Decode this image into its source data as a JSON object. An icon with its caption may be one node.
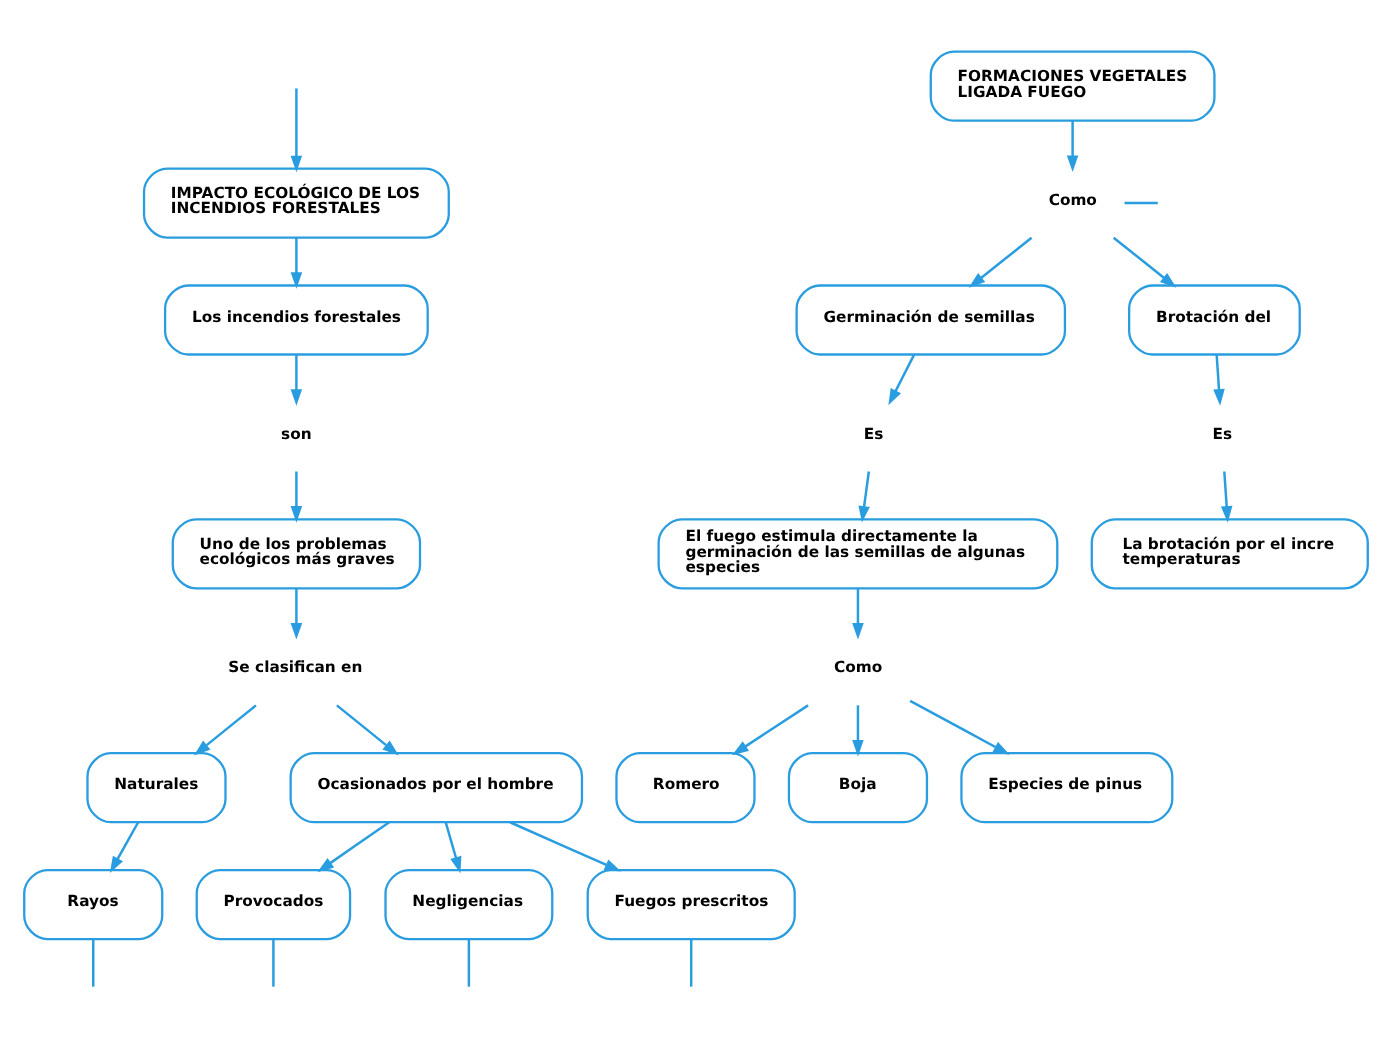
{
  "diagram": {
    "nodes": [
      {
        "text": [
          "IMPACTO ECOLÓGICO DE LOS INCENDIOS FORESTALES"
        ]
      },
      {
        "text": [
          "Los incendios forestales"
        ]
      },
      {
        "text": [
          "son"
        ]
      },
      {
        "text": [
          "Uno de los problemas ecológicos más graves"
        ]
      },
      {
        "text": [
          "Se clasifican en"
        ]
      },
      {
        "text": [
          "Naturales"
        ]
      },
      {
        "text": [
          "Ocasionados por el hombre"
        ]
      },
      {
        "text": [
          "Rayos"
        ]
      },
      {
        "text": [
          "Provocados"
        ]
      },
      {
        "text": [
          "Negligencias"
        ]
      },
      {
        "text": [
          "Fuegos prescritos"
        ]
      },
      {
        "text": [
          "FORMACIONES VEGETALES LIGADA FUEGO"
        ]
      },
      {
        "text": [
          "Como"
        ]
      },
      {
        "text": [
          "Germinación de semillas"
        ]
      },
      {
        "text": [
          "Es"
        ]
      },
      {
        "text": [
          "El fuego estimula directamente la germinación de las semillas de algunas especies"
        ]
      },
      {
        "text": [
          "Como"
        ]
      },
      {
        "text": [
          "Romero"
        ]
      },
      {
        "text": [
          "Boja"
        ]
      },
      {
        "text": [
          "Especies de pinus"
        ]
      },
      {
        "text": [
          "Brotación del"
        ]
      },
      {
        "text": [
          "Es"
        ]
      },
      {
        "text": [
          "La brotación por el incre temperaturas"
        ]
      }
    ],
    "edges": [
      {
        "from": null,
        "to": 0,
        "arrow": "to"
      },
      {
        "from": 0,
        "to": 1,
        "arrow": "to"
      },
      {
        "from": 1,
        "to": 2,
        "arrow": "to"
      },
      {
        "from": 2,
        "to": 3,
        "arrow": "to"
      },
      {
        "from": 3,
        "to": 4,
        "arrow": "to"
      },
      {
        "from": 4,
        "to": 5,
        "arrow": "to"
      },
      {
        "from": 4,
        "to": 6,
        "arrow": "to"
      },
      {
        "from": 5,
        "to": 7,
        "arrow": "to"
      },
      {
        "from": 6,
        "to": 8,
        "arrow": "to"
      },
      {
        "from": 6,
        "to": 9,
        "arrow": "to"
      },
      {
        "from": 6,
        "to": 10,
        "arrow": "to"
      },
      {
        "from": 11,
        "to": 12,
        "arrow": "to"
      },
      {
        "from": 12,
        "to": 13,
        "arrow": "to"
      },
      {
        "from": 12,
        "to": 20,
        "arrow": "to"
      },
      {
        "from": 12,
        "to": null,
        "arrow": "none"
      },
      {
        "from": 13,
        "to": 14,
        "arrow": "to"
      },
      {
        "from": 14,
        "to": 15,
        "arrow": "to"
      },
      {
        "from": 15,
        "to": 16,
        "arrow": "to"
      },
      {
        "from": 16,
        "to": 17,
        "arrow": "to"
      },
      {
        "from": 16,
        "to": 18,
        "arrow": "to"
      },
      {
        "from": 16,
        "to": 19,
        "arrow": "to"
      },
      {
        "from": 20,
        "to": 21,
        "arrow": "to"
      },
      {
        "from": 21,
        "to": 22,
        "arrow": "to"
      },
      {
        "from": 7,
        "to": null,
        "arrow": "none"
      },
      {
        "from": 8,
        "to": null,
        "arrow": "none"
      },
      {
        "from": 9,
        "to": null,
        "arrow": "none"
      },
      {
        "from": 10,
        "to": null,
        "arrow": "none"
      }
    ]
  }
}
